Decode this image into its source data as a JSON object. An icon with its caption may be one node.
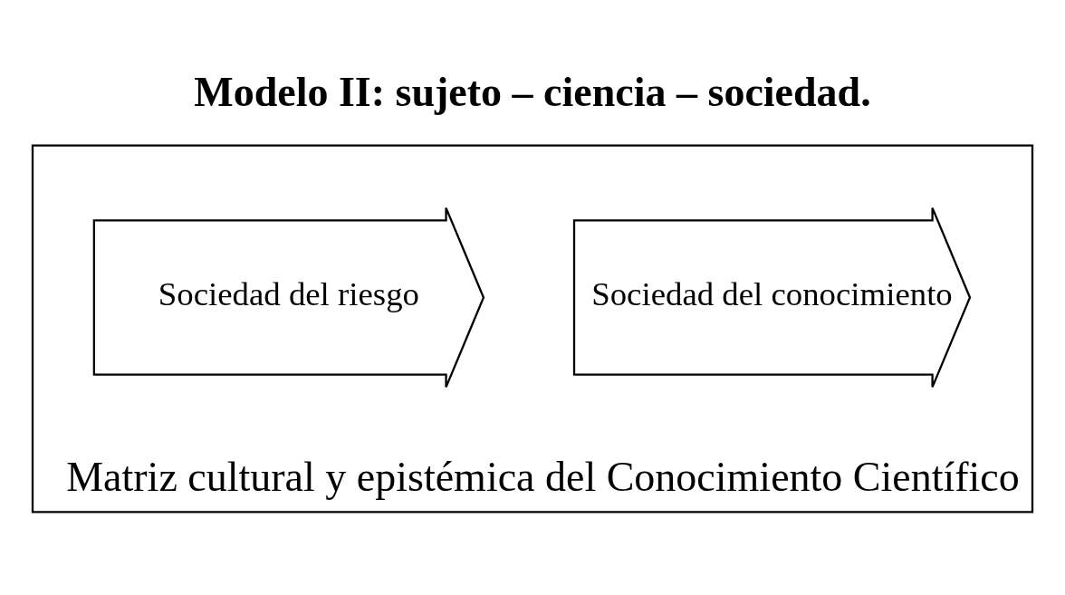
{
  "diagram": {
    "title": "Modelo II: sujeto – ciencia – sociedad.",
    "nodes": [
      {
        "text": [
          "Matriz cultural y epistémica del Conocimiento Científico"
        ]
      },
      {
        "text": [
          "Sociedad del conocimiento"
        ],
        "in": 0
      },
      {
        "text": [
          "Sociedad del riesgo"
        ],
        "in": 0
      }
    ]
  }
}
